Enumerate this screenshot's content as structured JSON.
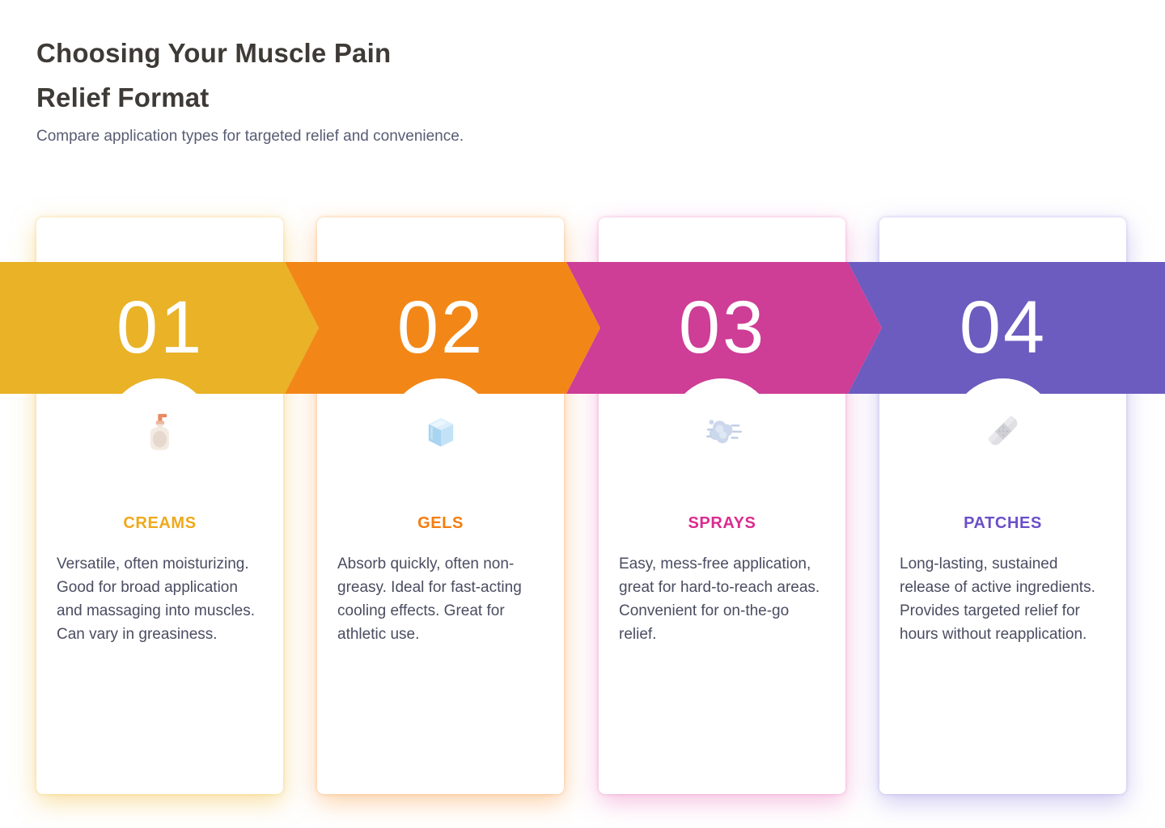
{
  "header": {
    "title": "Choosing Your Muscle Pain Relief Format",
    "subtitle": "Compare application types for targeted relief and convenience."
  },
  "steps": [
    {
      "number": "01",
      "label": "CREAMS",
      "description": "Versatile, often moisturizing. Good for broad application and massaging into muscles. Can vary in greasiness.",
      "icon": "lotion-bottle-icon",
      "emoji": "🧴",
      "accent": "#E9B227",
      "label_color": "#EFA91C",
      "glow": "rgba(243,196,77,0.5)"
    },
    {
      "number": "02",
      "label": "GELS",
      "description": "Absorb quickly, often non-greasy. Ideal for fast-acting cooling effects. Great for athletic use.",
      "icon": "ice-cube-icon",
      "emoji": "🧊",
      "accent": "#F28718",
      "label_color": "#F57D0D",
      "glow": "rgba(248,153,64,0.45)"
    },
    {
      "number": "03",
      "label": "SPRAYS",
      "description": "Easy, mess-free application, great for hard-to-reach areas. Convenient for on-the-go relief.",
      "icon": "wind-puff-icon",
      "emoji": "💨",
      "accent": "#CE3D96",
      "label_color": "#DB2C90",
      "glow": "rgba(235,118,188,0.45)"
    },
    {
      "number": "04",
      "label": "PATCHES",
      "description": "Long-lasting, sustained release of active ingredients. Provides targeted relief for hours without reapplication.",
      "icon": "bandage-icon",
      "emoji": "🩹",
      "accent": "#6C5CBF",
      "label_color": "#6B4FC8",
      "glow": "rgba(162,150,228,0.5)"
    }
  ]
}
